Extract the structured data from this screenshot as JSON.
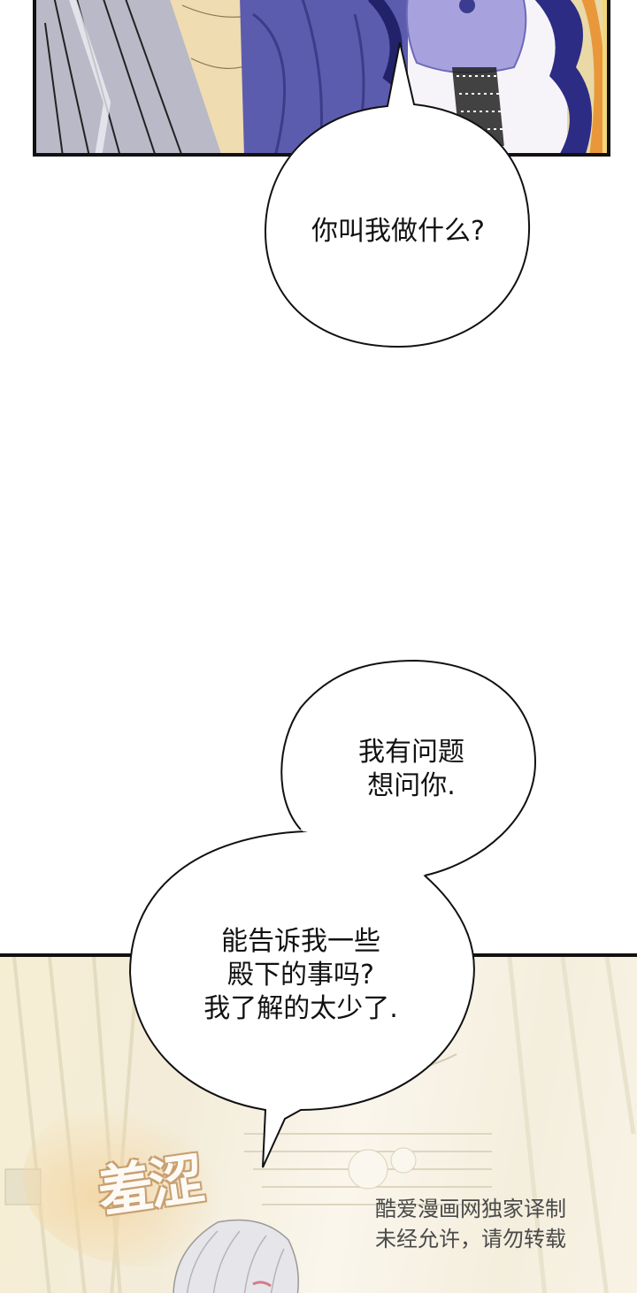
{
  "comic": {
    "panels": [
      {
        "id": "panel-top",
        "description": "close-up of silver-haired character and figure in purple dress with lace collar",
        "colors": {
          "hair": "#c9c9d6",
          "dress": "#5a5aa8",
          "collar": "#a5a0dc",
          "background": "#e8d9a8",
          "orange_hair": "#e89a3a",
          "border": "#111111"
        }
      },
      {
        "id": "panel-bottom",
        "description": "pale sepia interior scene with curtains, ornate furniture, and silver-haired character",
        "colors": {
          "background": "#f5eed8",
          "sfx_outline": "#c9a071",
          "border": "#111111"
        }
      }
    ],
    "speech_bubbles": [
      {
        "id": "bubble-1",
        "text": "你叫我做什么?"
      },
      {
        "id": "bubble-2",
        "text": "我有问题\n想问你."
      },
      {
        "id": "bubble-3",
        "text": "能告诉我一些\n殿下的事吗?\n我了解的太少了."
      }
    ],
    "sfx": {
      "text": "羞涩"
    },
    "watermark": {
      "text": "酷爱漫画网独家译制\n未经允许，请勿转载"
    }
  }
}
